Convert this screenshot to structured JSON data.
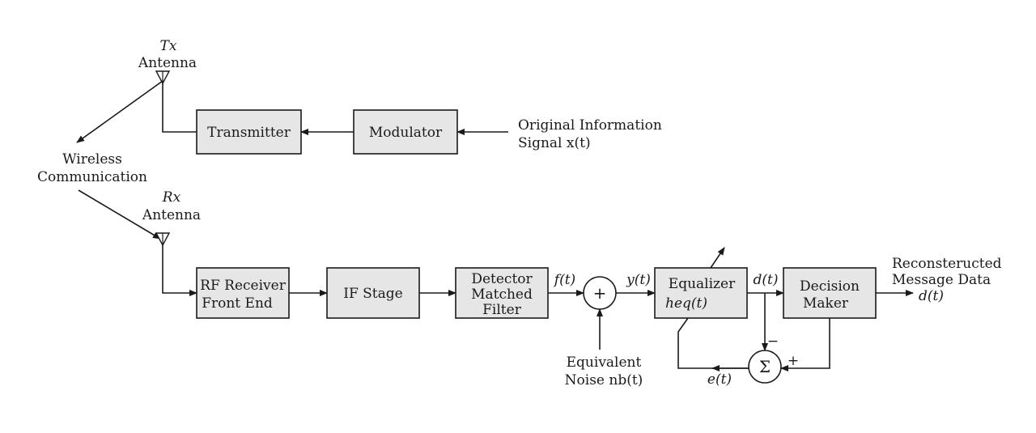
{
  "transmit_chain": {
    "tx_antenna": [
      "Tx",
      "Antenna"
    ],
    "transmitter": "Transmitter",
    "modulator": "Modulator",
    "source": [
      "Original Information",
      "Signal x(t)"
    ]
  },
  "channel": [
    "Wireless",
    "Communication"
  ],
  "receive_chain": {
    "rx_antenna": [
      "Rx",
      "Antenna"
    ],
    "rf_receiver": [
      "RF Receiver",
      "Front End"
    ],
    "if_stage": "IF Stage",
    "detector": [
      "Detector",
      "Matched",
      "Filter"
    ],
    "sum_symbol": "+",
    "noise": [
      "Equivalent",
      "Noise nb(t)"
    ],
    "equalizer": [
      "Equalizer",
      "heq(t)"
    ],
    "decision": [
      "Decision",
      "Maker"
    ],
    "sigma_symbol": "Σ",
    "output": [
      "Reconsteructed",
      "Message Data",
      "d(t)"
    ]
  },
  "signals": {
    "f": "f(t)",
    "y": "y(t)",
    "d": "d(t)",
    "e": "e(t)",
    "minus": "−",
    "plus": "+"
  }
}
